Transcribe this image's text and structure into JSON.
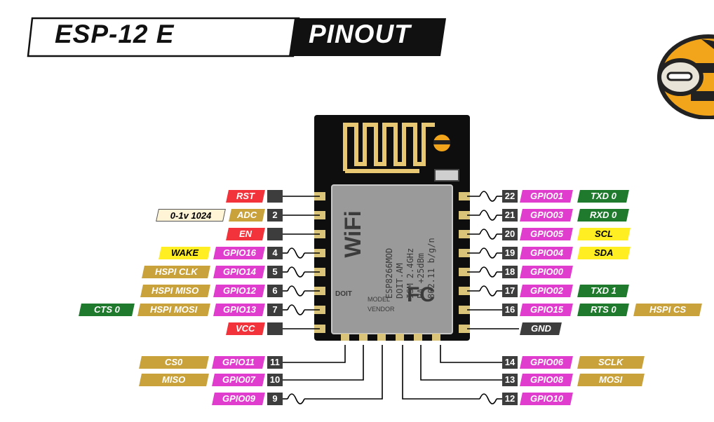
{
  "title": {
    "left": "ESP-12 E",
    "right": "PINOUT"
  },
  "module": {
    "chip_lines": [
      "ESP8266MOD",
      "DOIT.AM",
      "ISM 2.4GHz",
      "PA +25dBm",
      "802.11 b/g/n"
    ],
    "wifi_text": "WiFi",
    "fc_text": "FC",
    "model_text": "MODEL",
    "vendor_text": "VENDOR",
    "doit_text": "DOIT"
  },
  "colors": {
    "red": "#f2333b",
    "pink": "#e03ccd",
    "gold": "#c9a23c",
    "yellow": "#ffee22",
    "green": "#1f7a2e",
    "dark": "#3d3d3d",
    "cream": "#fff5d6",
    "black": "#000000"
  },
  "pins_left": [
    {
      "num": "",
      "labels": [
        {
          "text": "RST",
          "style": "red"
        }
      ]
    },
    {
      "num": "2",
      "labels": [
        {
          "text": "ADC",
          "style": "gold"
        },
        {
          "text": "0-1v 1024",
          "style": "cream"
        }
      ]
    },
    {
      "num": "",
      "labels": [
        {
          "text": "EN",
          "style": "red"
        }
      ]
    },
    {
      "num": "4",
      "pwm": true,
      "labels": [
        {
          "text": "GPIO16",
          "style": "pink"
        },
        {
          "text": "WAKE",
          "style": "yellow"
        }
      ]
    },
    {
      "num": "5",
      "pwm": true,
      "labels": [
        {
          "text": "GPIO14",
          "style": "pink"
        },
        {
          "text": "HSPI CLK",
          "style": "gold"
        }
      ]
    },
    {
      "num": "6",
      "pwm": true,
      "labels": [
        {
          "text": "GPIO12",
          "style": "pink"
        },
        {
          "text": "HSPI MISO",
          "style": "gold"
        }
      ]
    },
    {
      "num": "7",
      "pwm": true,
      "labels": [
        {
          "text": "GPIO13",
          "style": "pink"
        },
        {
          "text": "HSPI MOSI",
          "style": "gold"
        },
        {
          "text": "CTS 0",
          "style": "green"
        }
      ]
    },
    {
      "num": "",
      "labels": [
        {
          "text": "VCC",
          "style": "red"
        }
      ]
    }
  ],
  "pins_right": [
    {
      "num": "22",
      "pwm": true,
      "labels": [
        {
          "text": "GPIO01",
          "style": "pink"
        },
        {
          "text": "TXD 0",
          "style": "green"
        }
      ]
    },
    {
      "num": "21",
      "pwm": true,
      "labels": [
        {
          "text": "GPIO03",
          "style": "pink"
        },
        {
          "text": "RXD 0",
          "style": "green"
        }
      ]
    },
    {
      "num": "20",
      "pwm": true,
      "labels": [
        {
          "text": "GPIO05",
          "style": "pink"
        },
        {
          "text": "SCL",
          "style": "yellow"
        }
      ]
    },
    {
      "num": "19",
      "pwm": true,
      "labels": [
        {
          "text": "GPIO04",
          "style": "pink"
        },
        {
          "text": "SDA",
          "style": "yellow"
        }
      ]
    },
    {
      "num": "18",
      "pwm": true,
      "labels": [
        {
          "text": "GPIO00",
          "style": "pink"
        }
      ]
    },
    {
      "num": "17",
      "pwm": true,
      "labels": [
        {
          "text": "GPIO02",
          "style": "pink"
        },
        {
          "text": "TXD 1",
          "style": "green"
        }
      ]
    },
    {
      "num": "16",
      "labels": [
        {
          "text": "GPIO15",
          "style": "pink"
        },
        {
          "text": "RTS 0",
          "style": "green"
        },
        {
          "text": "HSPI CS",
          "style": "gold"
        }
      ]
    },
    {
      "num": "",
      "labels": [
        {
          "text": "GND",
          "style": "dark"
        }
      ]
    }
  ],
  "pins_bottom_left": [
    {
      "num": "11",
      "labels": [
        {
          "text": "GPIO11",
          "style": "pink"
        },
        {
          "text": "CS0",
          "style": "gold"
        }
      ]
    },
    {
      "num": "10",
      "labels": [
        {
          "text": "GPIO07",
          "style": "pink"
        },
        {
          "text": "MISO",
          "style": "gold"
        }
      ]
    },
    {
      "num": "9",
      "pwm": true,
      "labels": [
        {
          "text": "GPIO09",
          "style": "pink"
        }
      ]
    }
  ],
  "pins_bottom_right": [
    {
      "num": "14",
      "labels": [
        {
          "text": "GPIO06",
          "style": "pink"
        },
        {
          "text": "SCLK",
          "style": "gold"
        }
      ]
    },
    {
      "num": "13",
      "labels": [
        {
          "text": "GPIO08",
          "style": "pink"
        },
        {
          "text": "MOSI",
          "style": "gold"
        }
      ]
    },
    {
      "num": "12",
      "pwm": true,
      "labels": [
        {
          "text": "GPIO10",
          "style": "pink"
        }
      ]
    }
  ]
}
